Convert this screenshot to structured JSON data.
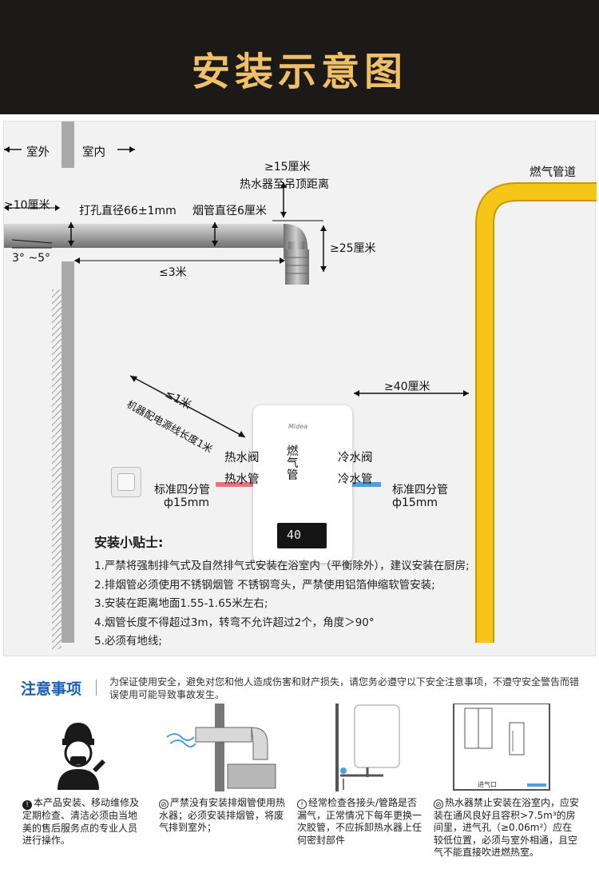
{
  "header": {
    "title": "安装示意图"
  },
  "diagram": {
    "outdoor_label": "室外",
    "indoor_label": "室内",
    "ceiling_distance_value": "≥15厘米",
    "ceiling_distance_desc": "热水器至吊顶距离",
    "gas_pipe_label": "燃气管道",
    "wall_protrusion": "≥10厘米",
    "hole_diameter": "打孔直径66±1mm",
    "flue_diameter": "烟管直径6厘米",
    "elbow_height": "≥25厘米",
    "slope": "3°  ~5°",
    "flue_length": "≤3米",
    "gas_distance": "≥40厘米",
    "outlet_distance": "≤1米",
    "power_cord": "机器配电源线长度1米",
    "hot_valve": "热水阀",
    "hot_pipe": "热水管",
    "cold_valve": "冷水阀",
    "cold_pipe": "冷水管",
    "gas_tube": "燃气管",
    "std_pipe_left": "标准四分管",
    "std_pipe_left_size": "ф15mm",
    "std_pipe_right": "标准四分管",
    "std_pipe_right_size": "ф15mm",
    "heater_brand": "Midea",
    "heater_display": "40"
  },
  "tips": {
    "title": "安装小贴士:",
    "items": [
      "1.严禁将强制排气式及自然排气式安装在浴室内（平衡除外），建议安装在厨房;",
      "2.排烟管必须使用不锈钢烟管 不锈钢弯头，严禁使用铝箔伸缩软管安装;",
      "3.安装在距离地面1.55-1.65米左右;",
      "4.烟管长度不得超过3m，转弯不允许超过2个，角度＞90°",
      "5.必须有地线;"
    ]
  },
  "notice": {
    "title": "注意事项",
    "text": "为保证使用安全，避免对您和他人造成伤害和财产损失，请您务必遵守以下安全注意事项，不遵守安全警告而错误使用可能导致事故发生。",
    "cards": [
      {
        "mark": "!",
        "text": "本产品安装、移动维修及定期检查、清洁必须由当地美的售后服务点的专业人员进行操作。"
      },
      {
        "mark": "⊘",
        "text": "严禁没有安装排烟管使用热水器；必须安装排烟管，将废气排到室外；"
      },
      {
        "mark": "!",
        "text": "经常检查各接头/管路是否漏气，正常情况下每年更换一次胶管，不应拆卸热水器上任何密封部件"
      },
      {
        "mark": "⊘",
        "text": "热水器禁止安装在浴室内，应安装在通风良好且容积>7.5m³的房间里，进气孔（≥0.06m²）应在较低位置，必须与室外相通，且空气不能直接吹进燃热室。"
      }
    ],
    "vent_label": "进气口"
  },
  "colors": {
    "header_bg": "#1b1a18",
    "header_title": "#f0c066",
    "gas_pipe": "#f5c518",
    "hot_pipe": "#e8737a",
    "cold_pipe": "#4f9fe0",
    "notice_title": "#1a5fb0"
  }
}
